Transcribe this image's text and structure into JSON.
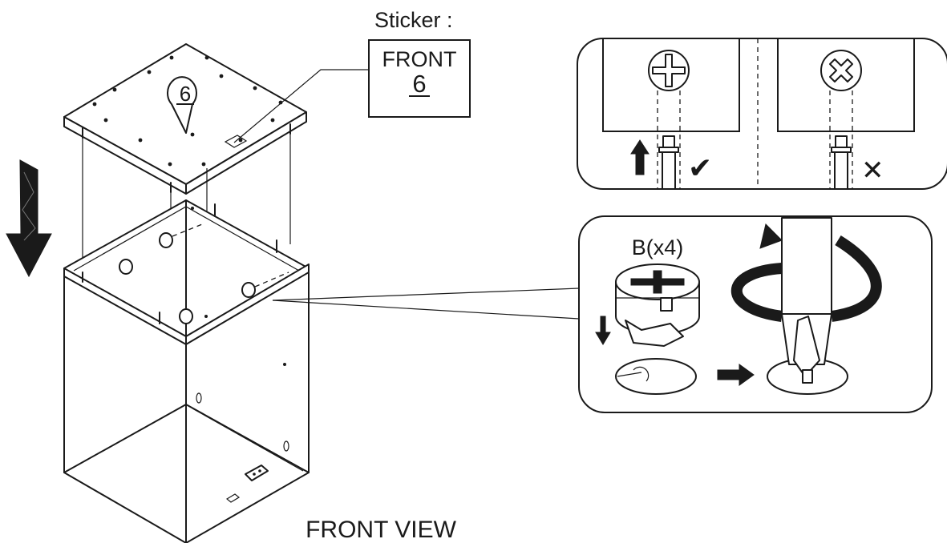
{
  "sticker": {
    "title": "Sticker :",
    "line1": "FRONT",
    "line2": "6"
  },
  "panel_callout": "6",
  "screw_check": {
    "correct_symbol": "✔",
    "wrong_symbol": "✕"
  },
  "cam_detail": {
    "label": "B(x4)"
  },
  "caption": "FRONT VIEW",
  "icons": [
    "down-arrow-icon",
    "up-arrow-icon",
    "checkmark-icon",
    "cross-icon",
    "phillips-head-icon",
    "rotate-arrow-icon",
    "right-arrow-icon"
  ]
}
